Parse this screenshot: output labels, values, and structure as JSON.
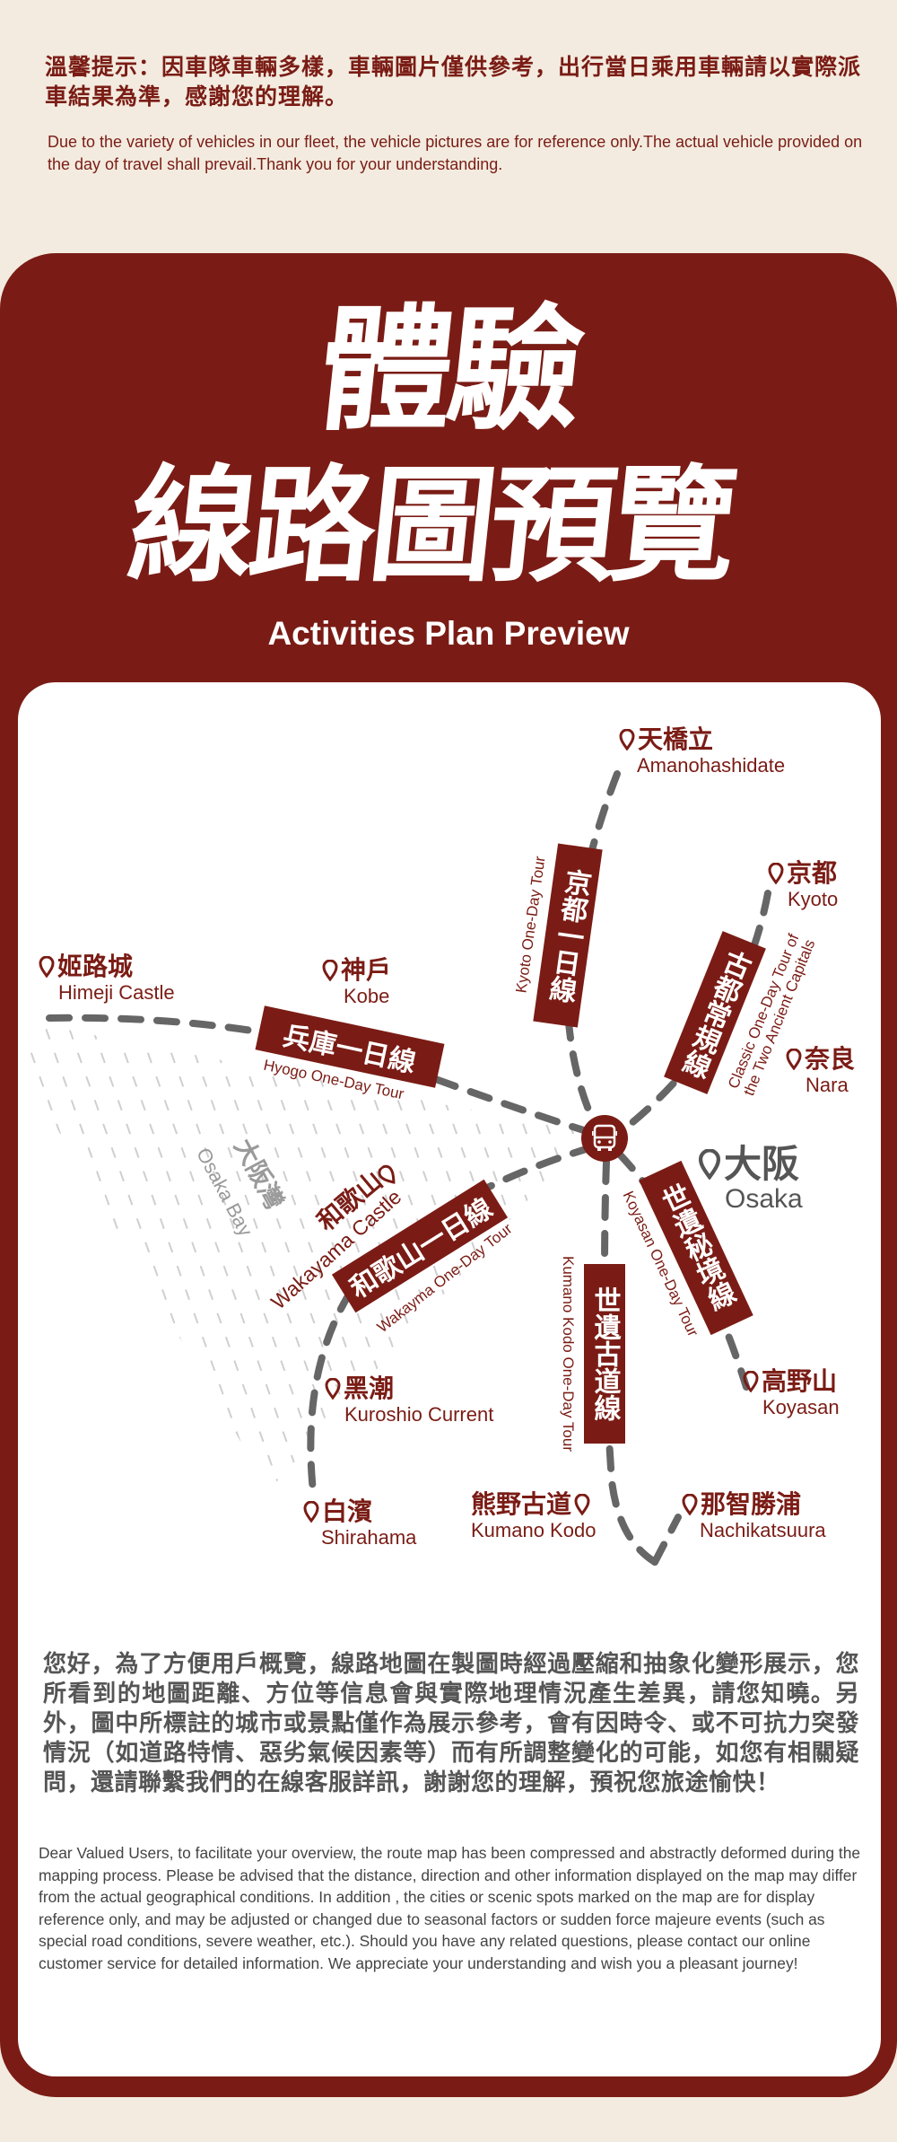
{
  "notice": {
    "cn": "溫馨提示：因車隊車輛多樣，車輛圖片僅供參考，出行當日乘用車輛請以實際派車結果為準，感謝您的理解。",
    "en": "Due to the variety of vehicles in our fleet, the vehicle pictures are for reference only.The actual vehicle provided on the day of travel shall prevail.Thank you for your understanding."
  },
  "header": {
    "title_line1": "體驗",
    "title_line2": "線路圖預覽",
    "subtitle": "Activities Plan Preview"
  },
  "map": {
    "hub_icon": "bus-icon",
    "places": {
      "amanohashidate": {
        "cn": "天橋立",
        "en": "Amanohashidate"
      },
      "kyoto": {
        "cn": "京都",
        "en": "Kyoto"
      },
      "nara": {
        "cn": "奈良",
        "en": "Nara"
      },
      "osaka": {
        "cn": "大阪",
        "en": "Osaka"
      },
      "koyasan": {
        "cn": "高野山",
        "en": "Koyasan"
      },
      "nachikatsuura": {
        "cn": "那智勝浦",
        "en": "Nachikatsuura"
      },
      "kumano": {
        "cn": "熊野古道",
        "en": "Kumano Kodo"
      },
      "shirahama": {
        "cn": "白濱",
        "en": "Shirahama"
      },
      "kuroshio": {
        "cn": "黑潮",
        "en": "Kuroshio Current"
      },
      "himeji": {
        "cn": "姬路城",
        "en": "Himeji Castle"
      },
      "kobe": {
        "cn": "神戶",
        "en": "Kobe"
      },
      "wakayama": {
        "cn": "和歌山",
        "en": "Wakayama Castle"
      },
      "osaka_bay": {
        "cn": "大阪灣",
        "en": "Osaka Bay"
      }
    },
    "routes": {
      "kyoto": {
        "cn": "京都一日線",
        "en": "Kyoto One-Day Tour"
      },
      "classic": {
        "cn": "古都常規線",
        "en_line1": "Classic One-Day Tour of",
        "en_line2": "the Two Ancient Capitals"
      },
      "hyogo": {
        "cn": "兵庫一日線",
        "en": "Hyogo One-Day Tour"
      },
      "wakayama": {
        "cn": "和歌山一日線",
        "en": "Wakayma One-Day Tour"
      },
      "koyasan": {
        "cn": "世遺秘境線",
        "en": "Koyasan One-Day Tour"
      },
      "kumano": {
        "cn": "世遺古道線",
        "en": "Kumano Kodo  One-Day Tour"
      }
    },
    "colors": {
      "brand": "#7a1c15",
      "path": "#666666",
      "hatch": "#cfcfcf",
      "osaka": "#555555"
    }
  },
  "disclaimer": {
    "cn": "您好，為了方便用戶概覽，線路地圖在製圖時經過壓縮和抽象化變形展示，您所看到的地圖距離、方位等信息會與實際地理情況產生差異，請您知曉。另外，圖中所標註的城市或景點僅作為展示參考，會有因時令、或不可抗力突發情況（如道路特情、惡劣氣候因素等）而有所調整變化的可能，如您有相關疑問，還請聯繫我們的在線客服詳訊，謝謝您的理解，預祝您旅途愉快！",
    "en": "Dear Valued Users, to facilitate your overview, the route map has been compressed and abstractly deformed during the mapping process. Please be advised that the distance, direction and other information displayed on the map may differ from the actual geographical conditions.  In addition , the cities or scenic spots marked on the map are for display reference only, and may be adjusted or changed due to seasonal factors or sudden force majeure events (such as special road conditions, severe weather, etc.). Should you have any related questions, please contact our online customer service for detailed information. We appreciate your understanding and wish you a pleasant journey!"
  }
}
